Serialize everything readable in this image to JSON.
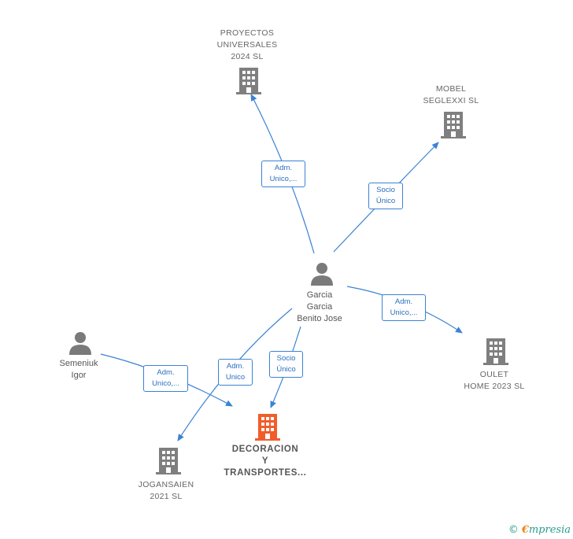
{
  "colors": {
    "edge": "#3b82d4",
    "company": "#7f7f7f",
    "focus_company": "#f25c2a",
    "person": "#7a7a7a"
  },
  "nodes": {
    "proyectos": {
      "lines": [
        "PROYECTOS",
        "UNIVERSALES",
        "2024  SL"
      ],
      "icon": "building-icon"
    },
    "mobel": {
      "lines": [
        "MOBEL",
        "SEGLEXXI  SL"
      ],
      "icon": "building-icon"
    },
    "garcia": {
      "lines": [
        "Garcia",
        "Garcia",
        "Benito Jose"
      ],
      "icon": "person-icon"
    },
    "oulet": {
      "lines": [
        "OULET",
        "HOME 2023  SL"
      ],
      "icon": "building-icon"
    },
    "semeniuk": {
      "lines": [
        "Semeniuk",
        "Igor"
      ],
      "icon": "person-icon"
    },
    "jogansaien": {
      "lines": [
        "JOGANSAIEN",
        "2021  SL"
      ],
      "icon": "building-icon"
    },
    "decoracion": {
      "lines": [
        "DECORACION",
        "Y",
        "TRANSPORTES..."
      ],
      "icon": "building-icon"
    }
  },
  "edges": {
    "garcia_proyectos": {
      "lines": [
        "Adm.",
        "Unico,..."
      ]
    },
    "garcia_mobel": {
      "lines": [
        "Socio",
        "Único"
      ]
    },
    "garcia_oulet": {
      "lines": [
        "Adm.",
        "Unico,..."
      ]
    },
    "garcia_jogansaien": {
      "lines": [
        "Adm.",
        "Unico"
      ]
    },
    "garcia_decoracion": {
      "lines": [
        "Socio",
        "Único"
      ]
    },
    "semeniuk_decoracion": {
      "lines": [
        "Adm.",
        "Unico,..."
      ]
    }
  },
  "watermark": {
    "copyright": "©",
    "brand_initial": "€",
    "brand_rest": "mpresia"
  }
}
